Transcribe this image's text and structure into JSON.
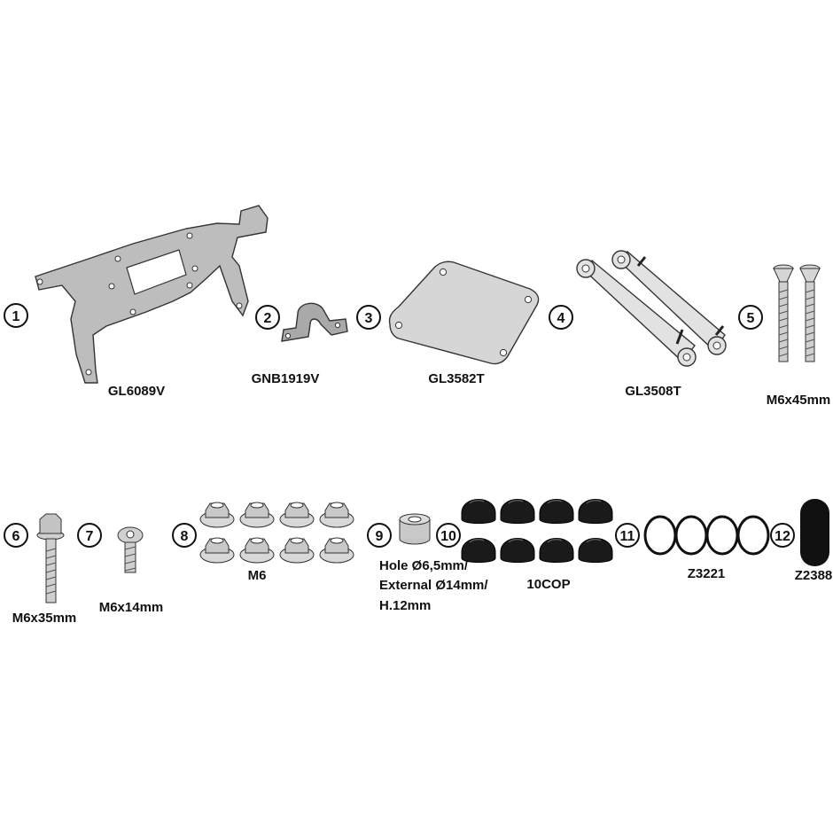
{
  "parts": [
    {
      "number": "1",
      "code": "GL6089V"
    },
    {
      "number": "2",
      "code": "GNB1919V"
    },
    {
      "number": "3",
      "code": "GL3582T"
    },
    {
      "number": "4",
      "code": "GL3508T"
    },
    {
      "number": "5",
      "code": "M6x45mm"
    },
    {
      "number": "6",
      "code": "M6x35mm"
    },
    {
      "number": "7",
      "code": "M6x14mm"
    },
    {
      "number": "8",
      "code": "M6"
    },
    {
      "number": "9",
      "code_lines": [
        "Hole Ø6,5mm/",
        "External Ø14mm/",
        "H.12mm"
      ]
    },
    {
      "number": "10",
      "code": "10COP"
    },
    {
      "number": "11",
      "code": "Z3221"
    },
    {
      "number": "12",
      "code": "Z2388"
    }
  ],
  "colors": {
    "metal": "#bdbdbd",
    "plate": "#d6d6d6",
    "spacer": "#c9c9c9",
    "cap": "#1a1a1a",
    "outline": "#333333"
  }
}
